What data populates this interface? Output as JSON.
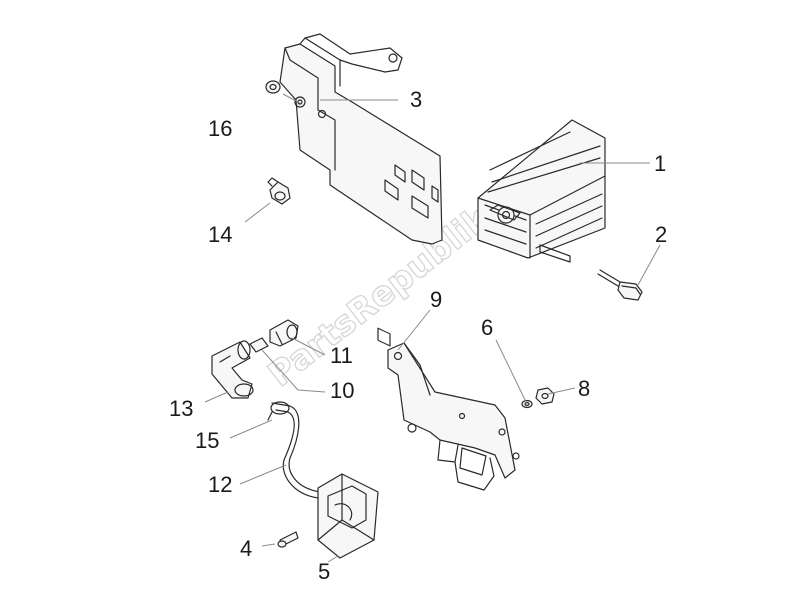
{
  "watermark": "PartsRepublik",
  "callouts": [
    {
      "id": "1",
      "label": "1"
    },
    {
      "id": "2",
      "label": "2"
    },
    {
      "id": "3",
      "label": "3"
    },
    {
      "id": "4",
      "label": "4"
    },
    {
      "id": "5",
      "label": "5"
    },
    {
      "id": "6",
      "label": "6"
    },
    {
      "id": "8",
      "label": "8"
    },
    {
      "id": "9",
      "label": "9"
    },
    {
      "id": "10",
      "label": "10"
    },
    {
      "id": "11",
      "label": "11"
    },
    {
      "id": "12",
      "label": "12"
    },
    {
      "id": "13",
      "label": "13"
    },
    {
      "id": "14",
      "label": "14"
    },
    {
      "id": "15",
      "label": "15"
    },
    {
      "id": "16",
      "label": "16"
    }
  ]
}
